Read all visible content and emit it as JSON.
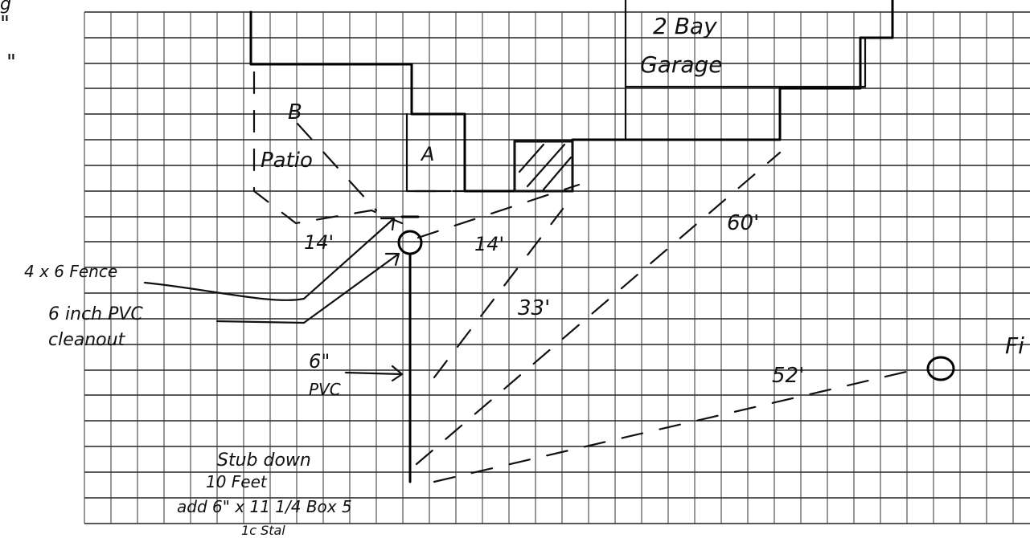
{
  "labels": {
    "bay_garage": "2 Bay",
    "garage": "Garage",
    "section_b": "B",
    "patio": "Patio",
    "section_a": "A",
    "dim_14_left": "14'",
    "dim_14_right": "14'",
    "dim_60": "60'",
    "dim_33": "33'",
    "dim_52": "52'",
    "fence_note": "4 x 6 Fence",
    "cleanout_line1": "6 inch PVC",
    "cleanout_line2": "cleanout",
    "pvc_6_line1": "6\"",
    "pvc_6_line2": "PVC",
    "stub_down": "Stub down",
    "ten_feet": "10 Feet",
    "add_boxes": "add 6\" x 11 1/4 Box 5",
    "edge_fi": "Fi",
    "margin_mark_1": "\"",
    "margin_mark_2": "\"",
    "edge_g": "g",
    "bottom_fragment": "1c Stal"
  }
}
